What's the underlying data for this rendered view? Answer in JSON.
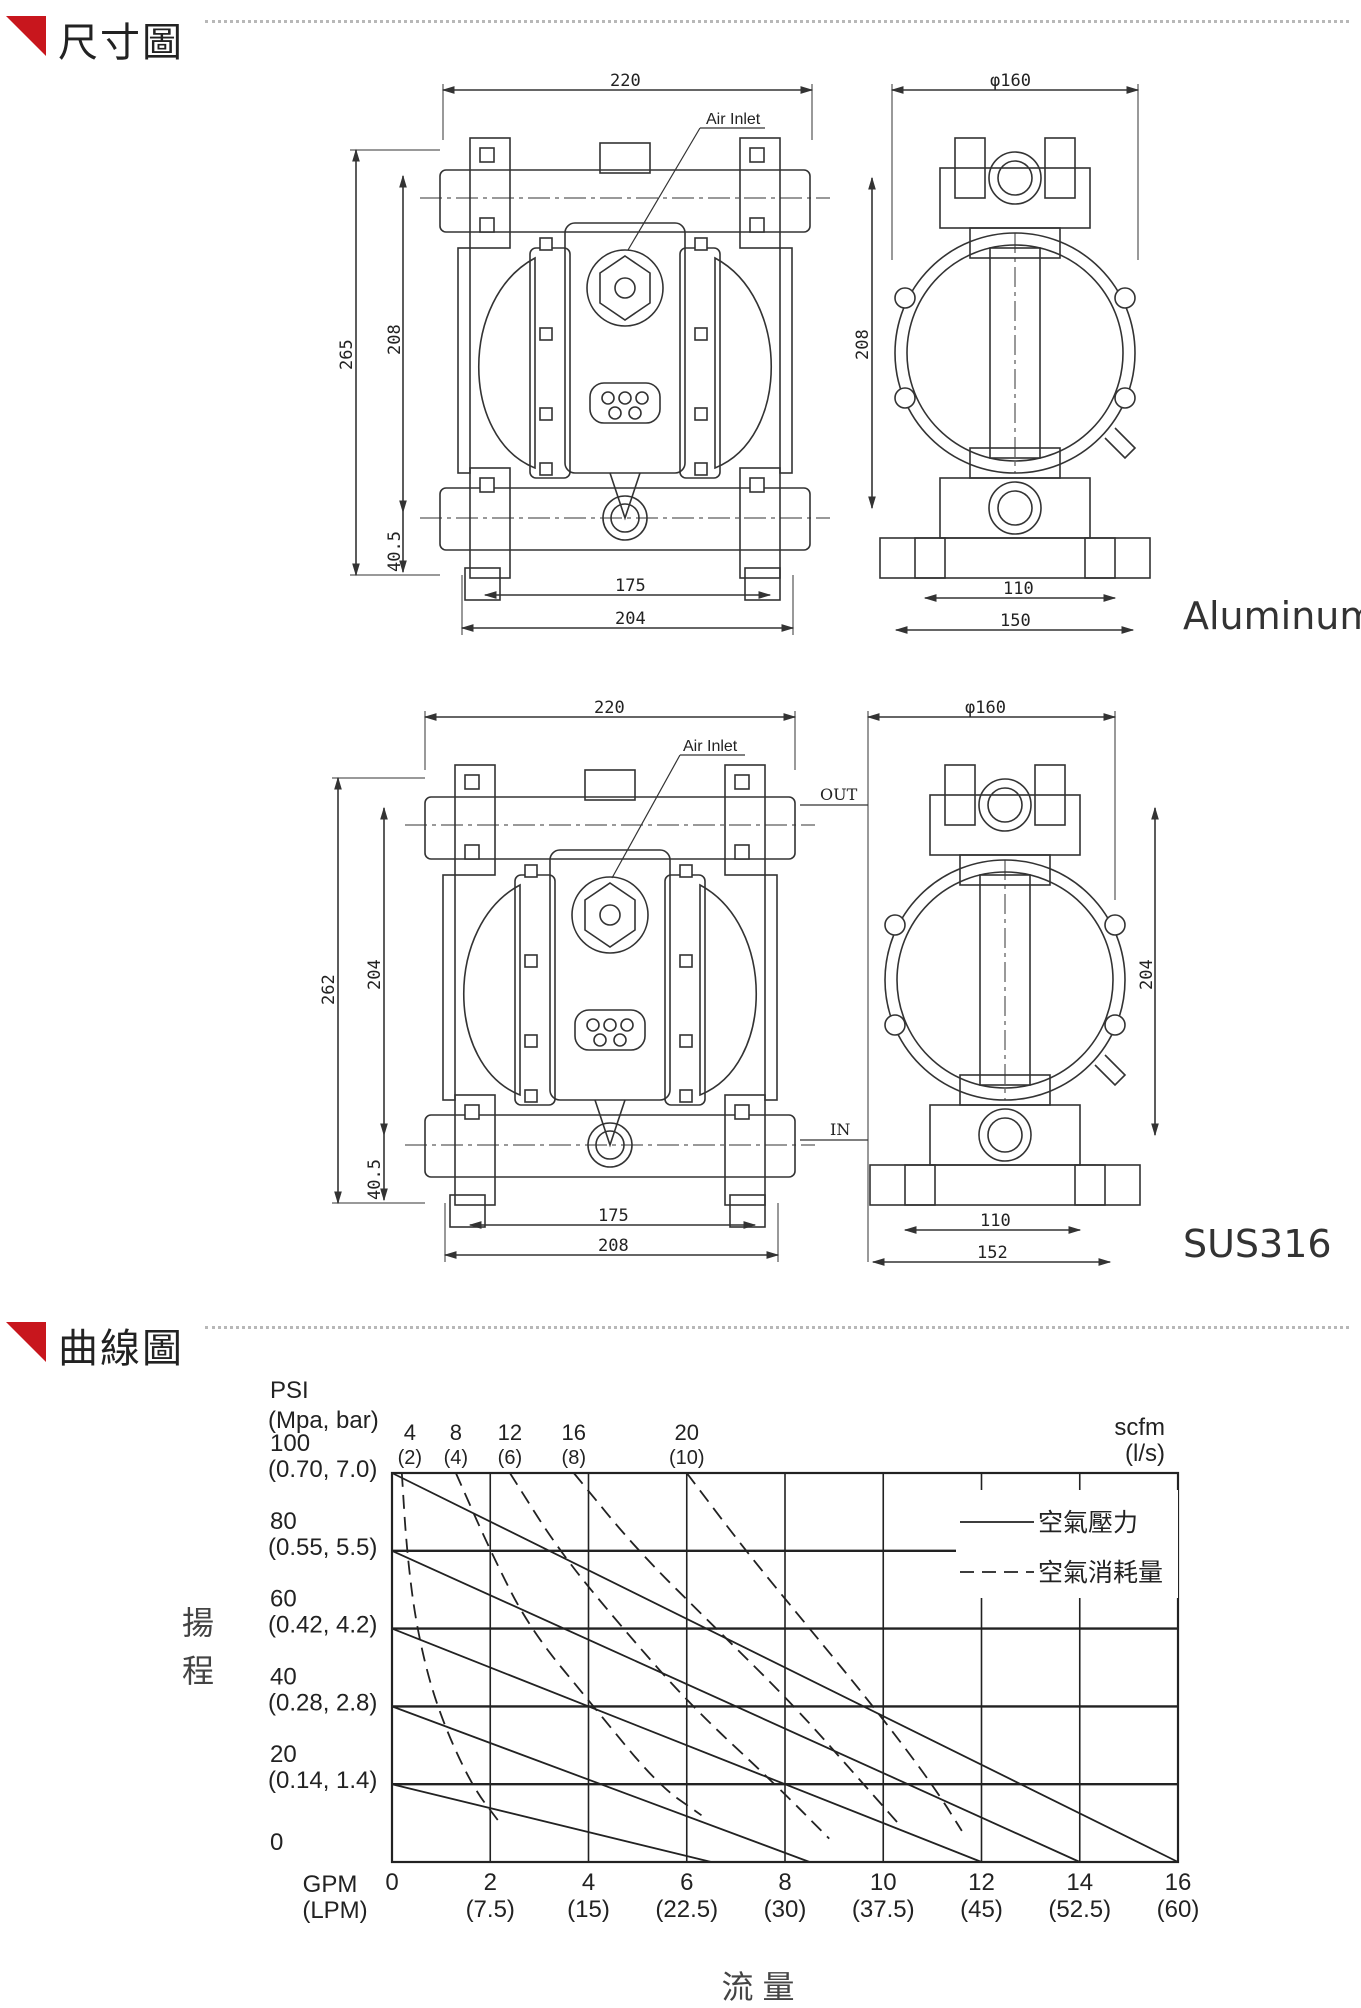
{
  "sections": {
    "dimensions_title": "尺寸圖",
    "curve_title": "曲線圖"
  },
  "drawing_top": {
    "front": {
      "width": "220",
      "height_total": "265",
      "height_ports": "208",
      "base_offset": "40.5",
      "foot_inner": "175",
      "foot_outer": "204",
      "air_inlet": "Air Inlet"
    },
    "side": {
      "diameter": "φ160",
      "height_ports": "208",
      "base_inner": "110",
      "base_outer": "150"
    },
    "material": "Aluminum"
  },
  "drawing_bottom": {
    "front": {
      "width": "220",
      "height_total": "262",
      "height_ports": "204",
      "base_offset": "40.5",
      "foot_inner": "175",
      "foot_outer": "208",
      "air_inlet": "Air Inlet",
      "out_label": "OUT",
      "in_label": "IN"
    },
    "side": {
      "diameter": "φ160",
      "height_ports": "204",
      "base_inner": "110",
      "base_outer": "152"
    },
    "material": "SUS316"
  },
  "chart_data": {
    "type": "line",
    "y_axis_title": "揚\n程",
    "x_axis_title": "流 量",
    "y_unit": "PSI",
    "y_unit_sub": "(Mpa, bar)",
    "x_unit": "GPM",
    "x_unit_sub": "(LPM)",
    "top_unit": "scfm",
    "top_unit_sub": "(l/s)",
    "y_ticks": [
      {
        "value": 0,
        "label": "0",
        "sub": ""
      },
      {
        "value": 20,
        "label": "20",
        "sub": "(0.14, 1.4)"
      },
      {
        "value": 40,
        "label": "40",
        "sub": "(0.28, 2.8)"
      },
      {
        "value": 60,
        "label": "60",
        "sub": "(0.42, 4.2)"
      },
      {
        "value": 80,
        "label": "80",
        "sub": "(0.55, 5.5)"
      },
      {
        "value": 100,
        "label": "100",
        "sub": "(0.70, 7.0)"
      }
    ],
    "x_ticks": [
      {
        "value": 0,
        "label": "0",
        "sub": ""
      },
      {
        "value": 2,
        "label": "2",
        "sub": "(7.5)"
      },
      {
        "value": 4,
        "label": "4",
        "sub": "(15)"
      },
      {
        "value": 6,
        "label": "6",
        "sub": "(22.5)"
      },
      {
        "value": 8,
        "label": "8",
        "sub": "(30)"
      },
      {
        "value": 10,
        "label": "10",
        "sub": "(37.5)"
      },
      {
        "value": 12,
        "label": "12",
        "sub": "(45)"
      },
      {
        "value": 14,
        "label": "14",
        "sub": "(52.5)"
      },
      {
        "value": 16,
        "label": "16",
        "sub": "(60)"
      }
    ],
    "top_ticks": [
      {
        "x_at_top": 0.2,
        "label": "4",
        "sub": "(2)"
      },
      {
        "x_at_top": 1.3,
        "label": "8",
        "sub": "(4)"
      },
      {
        "x_at_top": 2.4,
        "label": "12",
        "sub": "(6)"
      },
      {
        "x_at_top": 3.7,
        "label": "16",
        "sub": "(8)"
      },
      {
        "x_at_top": 6.0,
        "label": "20",
        "sub": "(10)"
      }
    ],
    "xlim": [
      0,
      16
    ],
    "ylim": [
      0,
      100
    ],
    "legend": {
      "pressure": "空氣壓力",
      "consumption": "空氣消耗量"
    },
    "series_pressure": [
      {
        "name": "",
        "points": [
          [
            0,
            100
          ],
          [
            16,
            0
          ]
        ]
      },
      {
        "name": "",
        "points": [
          [
            0,
            80
          ],
          [
            14,
            0
          ]
        ]
      },
      {
        "name": "",
        "points": [
          [
            0,
            60
          ],
          [
            12,
            0
          ]
        ]
      },
      {
        "name": "",
        "points": [
          [
            0,
            40
          ],
          [
            8.5,
            0
          ]
        ]
      },
      {
        "name": "",
        "points": [
          [
            0,
            20
          ],
          [
            6.5,
            0
          ]
        ]
      }
    ],
    "series_consumption": [
      {
        "name": "4",
        "points": [
          [
            0.2,
            100
          ],
          [
            0.3,
            80
          ],
          [
            0.5,
            60
          ],
          [
            0.9,
            40
          ],
          [
            1.6,
            20
          ],
          [
            2.2,
            10
          ]
        ]
      },
      {
        "name": "8",
        "points": [
          [
            1.3,
            100
          ],
          [
            2,
            80
          ],
          [
            2.8,
            60
          ],
          [
            4.1,
            40
          ],
          [
            5.4,
            20
          ],
          [
            6.3,
            12
          ]
        ]
      },
      {
        "name": "12",
        "points": [
          [
            2.4,
            100
          ],
          [
            3.4,
            80
          ],
          [
            4.7,
            60
          ],
          [
            6.1,
            40
          ],
          [
            7.8,
            20
          ],
          [
            8.9,
            6
          ]
        ]
      },
      {
        "name": "16",
        "points": [
          [
            3.7,
            100
          ],
          [
            5,
            80
          ],
          [
            6.6,
            60
          ],
          [
            8.2,
            40
          ],
          [
            9.6,
            20
          ],
          [
            10.3,
            10
          ]
        ]
      },
      {
        "name": "20",
        "points": [
          [
            6,
            100
          ],
          [
            7.2,
            80
          ],
          [
            8.5,
            60
          ],
          [
            9.8,
            40
          ],
          [
            11,
            20
          ],
          [
            11.6,
            8
          ]
        ]
      }
    ]
  }
}
